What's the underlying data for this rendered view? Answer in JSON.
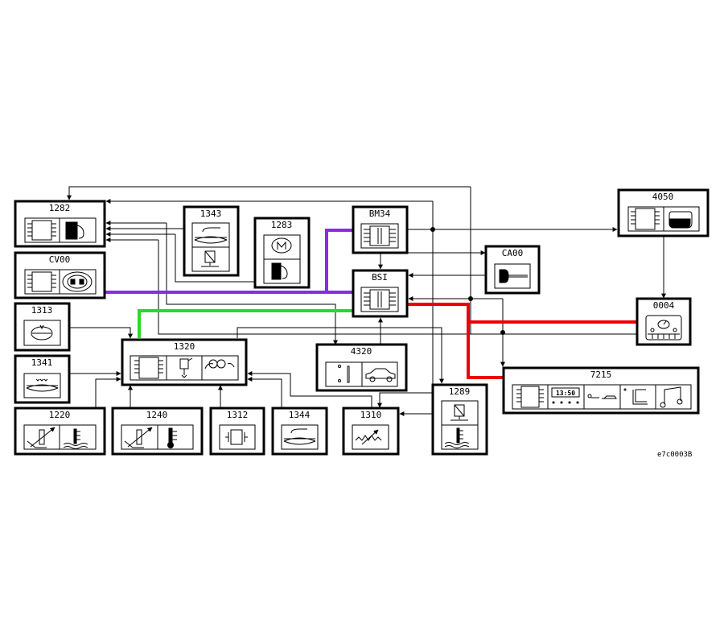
{
  "diagram": {
    "reference": "e7c0003B",
    "bus_colors": {
      "purple": "#8a2be2",
      "green": "#22dd22",
      "red": "#ee0000",
      "wire": "#000000"
    },
    "components": {
      "c1282": {
        "id": "1282",
        "icons": [
          "ecu-chip-icon",
          "fuel-pump-icon"
        ]
      },
      "c1343": {
        "id": "1343",
        "icons": [
          "canister-valve-icon",
          "solenoid-valve-icon"
        ]
      },
      "c1283": {
        "id": "1283",
        "icons": [
          "motor-icon",
          "fuel-pump-icon"
        ]
      },
      "cBM34": {
        "id": "BM34",
        "icons": [
          "fuse-box-icon"
        ]
      },
      "cBSI": {
        "id": "BSI",
        "icons": [
          "fuse-box-icon"
        ]
      },
      "cCA00": {
        "id": "CA00",
        "icons": [
          "ignition-key-icon"
        ]
      },
      "c4050": {
        "id": "4050",
        "icons": [
          "ecu-chip-icon",
          "reservoir-icon"
        ]
      },
      "cCV00": {
        "id": "CV00",
        "icons": [
          "ecu-chip-icon",
          "gear-selector-icon"
        ]
      },
      "c0004": {
        "id": "0004",
        "icons": [
          "instrument-panel-icon"
        ]
      },
      "c1313": {
        "id": "1313",
        "icons": [
          "speed-sensor-icon"
        ]
      },
      "c1320": {
        "id": "1320",
        "icons": [
          "ecu-chip-icon",
          "injector-icon",
          "glow-plug-icon"
        ]
      },
      "c4320": {
        "id": "4320",
        "icons": [
          "switch-icon",
          "car-icon"
        ]
      },
      "c7215": {
        "id": "7215",
        "icons": [
          "ecu-chip-icon",
          "clock-display-icon",
          "key-car-icon",
          "door-icon",
          "buzzer-icon"
        ]
      },
      "c1341": {
        "id": "1341",
        "icons": [
          "air-flow-sensor-icon"
        ]
      },
      "c1220": {
        "id": "1220",
        "icons": [
          "position-sensor-icon",
          "coolant-temp-icon"
        ]
      },
      "c1240": {
        "id": "1240",
        "icons": [
          "position-sensor-icon",
          "thermometer-icon"
        ]
      },
      "c1312": {
        "id": "1312",
        "icons": [
          "pressure-sensor-icon"
        ]
      },
      "c1344": {
        "id": "1344",
        "icons": [
          "canister-valve-icon"
        ]
      },
      "c1310": {
        "id": "1310",
        "icons": [
          "variable-resistor-icon"
        ]
      },
      "c1289": {
        "id": "1289",
        "icons": [
          "solenoid-valve-icon",
          "coolant-temp-icon"
        ]
      }
    },
    "clock_text": "13:50"
  }
}
